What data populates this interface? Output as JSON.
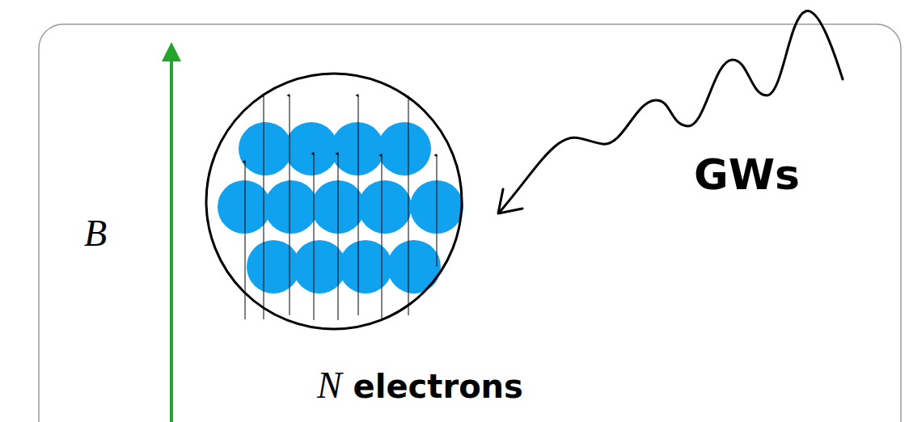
{
  "diagram": {
    "nodes": [
      {
        "text": [
          "N electrons"
        ]
      }
    ],
    "labels": [
      "B",
      "GWs"
    ]
  }
}
